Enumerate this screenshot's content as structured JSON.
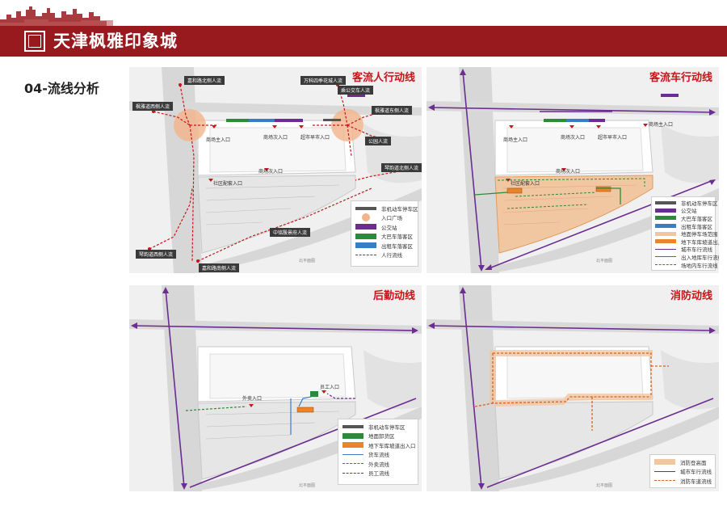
{
  "header": {
    "title": "天津枫雅印象城"
  },
  "section": {
    "title": "04-流线分析"
  },
  "colors": {
    "brand": "#981a1e",
    "title_red": "#c8141a"
  },
  "panels": {
    "pedestrian": {
      "title": "客流人行动线",
      "labels": {
        "jiahe_north": "嘉和路北侧人流",
        "wanke": "万科四季花城人流",
        "bus_flow": "乘公交车人流",
        "fengya_west": "枫雅道西侧人流",
        "fengya_east": "枫雅道东侧人流",
        "mall_main": "商场主入口",
        "mall_second": "商场次入口",
        "supermarket": "超市早市入口",
        "park": "公园人流",
        "mall_second2": "商场次入口",
        "qinyun_north": "琴韵道北侧人流",
        "community": "社区配套入口",
        "zhongling": "中铭殷景府人流",
        "qinyun_south": "琴韵道西侧人流",
        "jiahe_south": "嘉和路南侧人流"
      },
      "legend": [
        "非机动车停车区",
        "入口广场",
        "公交站",
        "大巴车落客区",
        "出租车落客区",
        "人行流线"
      ]
    },
    "vehicle": {
      "title": "客流车行动线",
      "labels": {
        "mall_main_tr": "商场主入口",
        "mall_main": "商场主入口",
        "mall_second": "商场次入口",
        "supermarket": "超市早市入口",
        "community": "社区配套入口",
        "mall_second2": "商场次入口"
      },
      "legend": [
        "非机动车停车区",
        "公交站",
        "大巴车落客区",
        "出租车落客区",
        "地面停车场范围",
        "地下车库坡道出入口",
        "城市车行流线",
        "出入地库车行流线",
        "场地内车行流线"
      ]
    },
    "logistics": {
      "title": "后勤动线",
      "labels": {
        "delivery": "外卖入口",
        "staff": "员工入口"
      },
      "legend": [
        "非机动车停车区",
        "地面卸货区",
        "地下车库坡道出入口",
        "货车流线",
        "外卖流线",
        "员工流线"
      ]
    },
    "fire": {
      "title": "消防动线",
      "legend": [
        "消防登高面",
        "城市车行流线",
        "消防车道流线"
      ]
    }
  },
  "north_label": "北平面图"
}
